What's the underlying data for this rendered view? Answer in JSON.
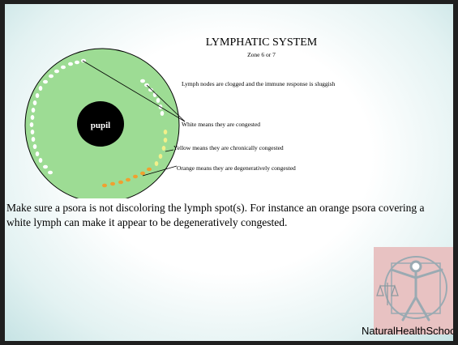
{
  "slide": {
    "title": "LYMPHATIC SYSTEM",
    "subtitle": "Zone 6 or 7",
    "pupil_label": "pupil",
    "annotations": [
      "Lymph nodes are clogged and the immune response is sluggish",
      "White means they are congested",
      "Yellow means they are chronically congested",
      "Orange means they are degeneratively congested"
    ],
    "body_text": "Make sure a psora is not discoloring the lymph spot(s).  For instance an orange psora covering a white lymph can make it appear to be degeneratively congested.",
    "footer": "NaturalHealthSchools.org",
    "colors": {
      "iris": "#9ddc94",
      "pupil": "#000000",
      "white_spot": "#ffffff",
      "yellow_spot": "#f2f08a",
      "orange_spot": "#f0a030",
      "logo_bg": "#e8c2c2"
    },
    "logo_icon": "vitruvian-man-scales-icon"
  }
}
